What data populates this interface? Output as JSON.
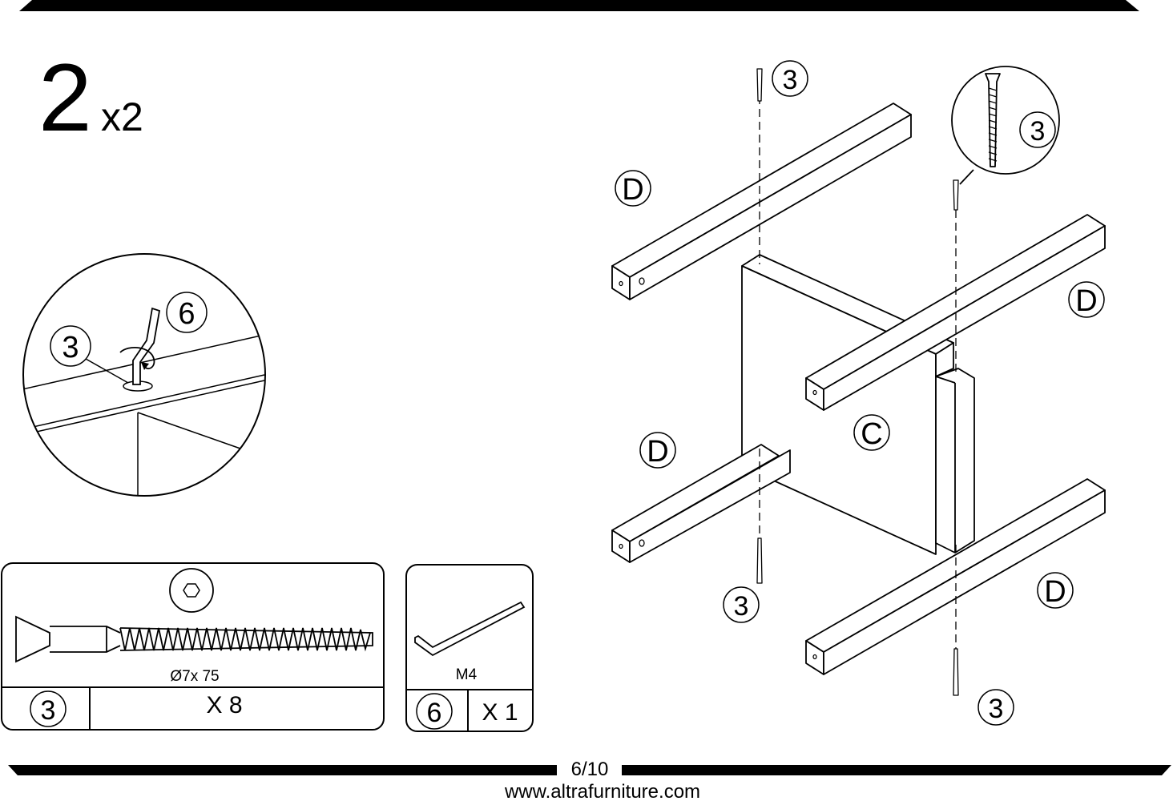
{
  "step": {
    "number": "2",
    "multiplier": "x2"
  },
  "detail": {
    "screw_callout": "3",
    "key_callout": "6"
  },
  "parts": {
    "screw": {
      "id": "3",
      "spec": "Ø7x 75",
      "quantity": "X 8"
    },
    "allen_key": {
      "id": "6",
      "spec": "M4",
      "quantity": "X 1"
    }
  },
  "assembly": {
    "panel_label": "C",
    "leg_labels": [
      "D",
      "D",
      "D",
      "D"
    ],
    "screw_callouts": [
      "3",
      "3",
      "3",
      "3"
    ]
  },
  "footer": {
    "page": "6/10",
    "website": "www.altrafurniture.com"
  }
}
